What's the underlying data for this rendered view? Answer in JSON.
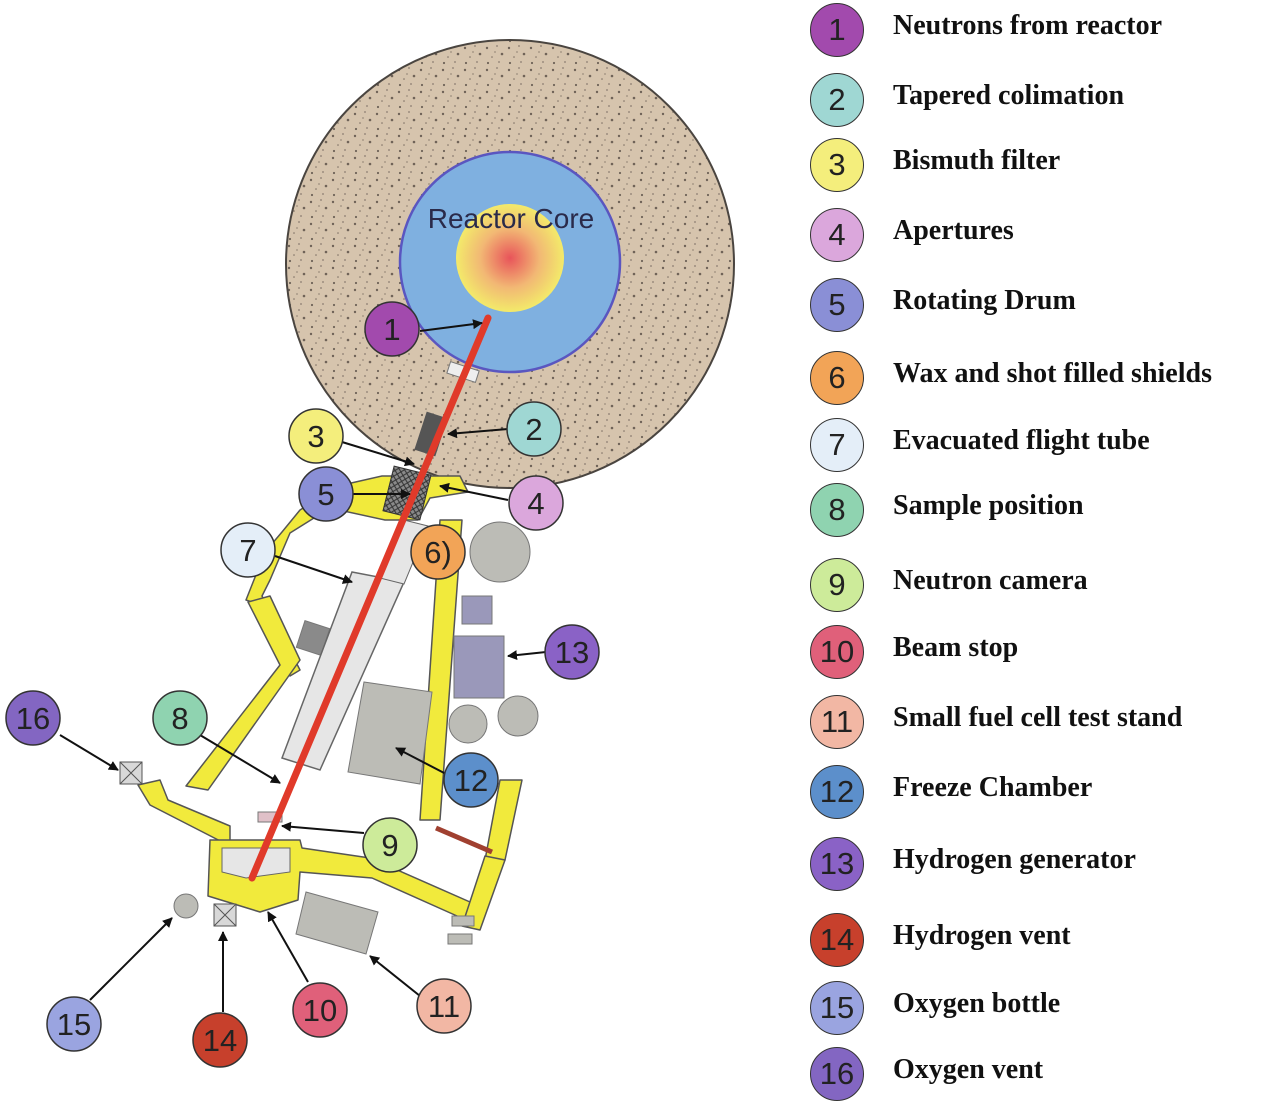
{
  "diagram": {
    "reactor_label": "Reactor Core",
    "callout_colors": {
      "1": "#a24aad",
      "2": "#9fd7d3",
      "3": "#f4ee7c",
      "4": "#dba7dc",
      "5": "#8a8fd6",
      "6": "#f2a457",
      "7": "#e4eef8",
      "8": "#8fd3b0",
      "9": "#cdeb9a",
      "10": "#e0607a",
      "11": "#f2b7a4",
      "12": "#5c8fcb",
      "13": "#8a62c6",
      "14": "#c7402c",
      "15": "#9aa4e0",
      "16": "#8366c2"
    },
    "callouts": [
      {
        "id": "1",
        "label": "1"
      },
      {
        "id": "2",
        "label": "2"
      },
      {
        "id": "3",
        "label": "3"
      },
      {
        "id": "4",
        "label": "4"
      },
      {
        "id": "5",
        "label": "5"
      },
      {
        "id": "6",
        "label": "6)"
      },
      {
        "id": "7",
        "label": "7"
      },
      {
        "id": "8",
        "label": "8"
      },
      {
        "id": "9",
        "label": "9"
      },
      {
        "id": "10",
        "label": "10"
      },
      {
        "id": "11",
        "label": "11"
      },
      {
        "id": "12",
        "label": "12"
      },
      {
        "id": "13",
        "label": "13"
      },
      {
        "id": "14",
        "label": "14"
      },
      {
        "id": "15",
        "label": "15"
      },
      {
        "id": "16",
        "label": "16"
      }
    ]
  },
  "legend": {
    "items": [
      {
        "number": "1",
        "label": "Neutrons from reactor",
        "color": "#a24aad"
      },
      {
        "number": "2",
        "label": "Tapered colimation",
        "color": "#9fd7d3"
      },
      {
        "number": "3",
        "label": "Bismuth filter",
        "color": "#f4ee7c"
      },
      {
        "number": "4",
        "label": "Apertures",
        "color": "#dba7dc"
      },
      {
        "number": "5",
        "label": "Rotating Drum",
        "color": "#8a8fd6"
      },
      {
        "number": "6",
        "label": "Wax and shot filled shields",
        "color": "#f2a457"
      },
      {
        "number": "7",
        "label": "Evacuated flight tube",
        "color": "#e4eef8"
      },
      {
        "number": "8",
        "label": "Sample position",
        "color": "#8fd3b0"
      },
      {
        "number": "9",
        "label": "Neutron camera",
        "color": "#cdeb9a"
      },
      {
        "number": "10",
        "label": "Beam stop",
        "color": "#e0607a"
      },
      {
        "number": "11",
        "label": "Small fuel cell test stand",
        "color": "#f2b7a4"
      },
      {
        "number": "12",
        "label": "Freeze Chamber",
        "color": "#5c8fcb"
      },
      {
        "number": "13",
        "label": "Hydrogen generator",
        "color": "#8a62c6"
      },
      {
        "number": "14",
        "label": "Hydrogen vent",
        "color": "#c7402c"
      },
      {
        "number": "15",
        "label": "Oxygen bottle",
        "color": "#9aa4e0"
      },
      {
        "number": "16",
        "label": "Oxygen vent",
        "color": "#8366c2"
      }
    ]
  }
}
